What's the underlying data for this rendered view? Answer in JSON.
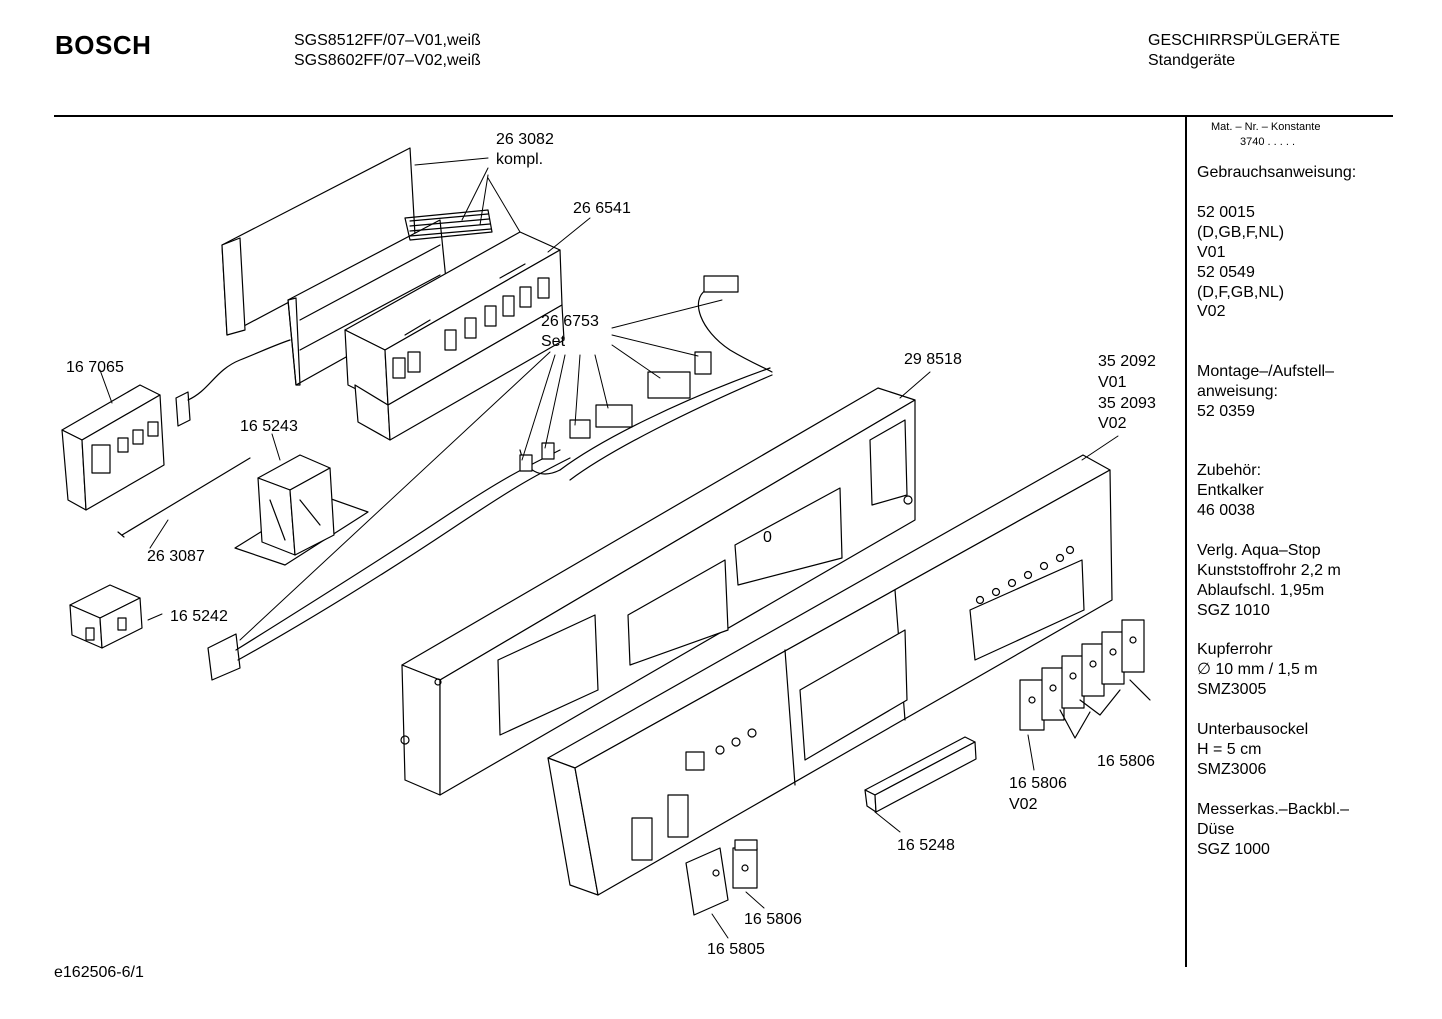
{
  "header": {
    "brand": "BOSCH",
    "models": [
      "SGS8512FF/07–V01,weiß",
      "SGS8602FF/07–V02,weiß"
    ],
    "category": "GESCHIRRSPÜLGERÄTE",
    "subcategory": "Standgeräte"
  },
  "sidebar": {
    "mat_label": "Mat. – Nr. – Konstante",
    "mat_value": "3740  .  .  .  .  .",
    "lines": [
      "Gebrauchsanweisung:",
      "52 0015",
      "(D,GB,F,NL)",
      "V01",
      "52 0549",
      "(D,F,GB,NL)",
      "V02",
      "Montage–/Aufstell–",
      "anweisung:",
      "52 0359",
      "Zubehör:",
      "Entkalker",
      "46 0038",
      "Verlg. Aqua–Stop",
      "Kunststoffrohr 2,2 m",
      "Ablaufschl. 1,95m",
      "SGZ 1010",
      "Kupferrohr",
      "∅ 10 mm / 1,5 m",
      "SMZ3005",
      "Unterbausockel",
      "H = 5 cm",
      "SMZ3006",
      "Messerkas.–Backbl.–",
      "Düse",
      "SGZ 1000"
    ]
  },
  "parts": [
    "26 3082",
    "kompl.",
    "26 6541",
    "26 6753",
    "Set",
    "16 7065",
    "16 5243",
    "26 3087",
    "16 5242",
    "29 8518",
    "35 2092",
    "V01",
    "35 2093",
    "V02",
    "0",
    "16 5806",
    "16 5806",
    "V02",
    "16 5248",
    "16 5806",
    "16 5805"
  ],
  "footer": {
    "drawing_id": "e162506-6/1"
  }
}
